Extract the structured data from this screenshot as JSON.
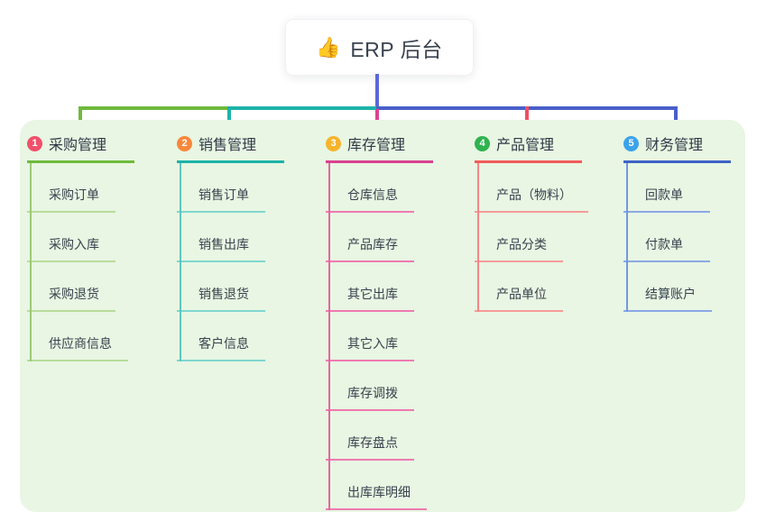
{
  "root": {
    "icon": "👍",
    "label": "ERP 后台"
  },
  "container_background": "#e8f6e3",
  "connectors": {
    "stem": "#5c68d6",
    "rail_left": "#6fba3d",
    "rail_mid": "#1cb3a8",
    "rail_right": "#4a60c8",
    "drop_colors": [
      "#6fba3d",
      "#1cb3a8",
      "#dd4392",
      "#f14e62",
      "#4a60c8"
    ]
  },
  "branches": [
    {
      "number": "1",
      "label": "采购管理",
      "badge_color": "#f0506a",
      "line_main": "#6fba3d",
      "line_sub": "#b9dc9b",
      "line_trunk": "#9cca77",
      "items": [
        "采购订单",
        "采购入库",
        "采购退货",
        "供应商信息"
      ]
    },
    {
      "number": "2",
      "label": "销售管理",
      "badge_color": "#f9883b",
      "line_main": "#1cb3a8",
      "line_sub": "#7fd6cf",
      "line_trunk": "#5ec6bd",
      "items": [
        "销售订单",
        "销售出库",
        "销售退货",
        "客户信息"
      ]
    },
    {
      "number": "3",
      "label": "库存管理",
      "badge_color": "#f6b42c",
      "line_main": "#d9418f",
      "line_sub": "#f07ab1",
      "line_trunk": "#e765a3",
      "items": [
        "仓库信息",
        "产品库存",
        "其它出库",
        "其它入库",
        "库存调拨",
        "库存盘点",
        "出库库明细"
      ]
    },
    {
      "number": "4",
      "label": "产品管理",
      "badge_color": "#2fb350",
      "line_main": "#f25b5b",
      "line_sub": "#f79b99",
      "line_trunk": "#f48886",
      "items": [
        "产品（物料）",
        "产品分类",
        "产品单位"
      ]
    },
    {
      "number": "5",
      "label": "财务管理",
      "badge_color": "#3ba3ea",
      "line_main": "#3e63c6",
      "line_sub": "#8ba8e5",
      "line_trunk": "#7397dd",
      "items": [
        "回款单",
        "付款单",
        "结算账户"
      ]
    }
  ]
}
